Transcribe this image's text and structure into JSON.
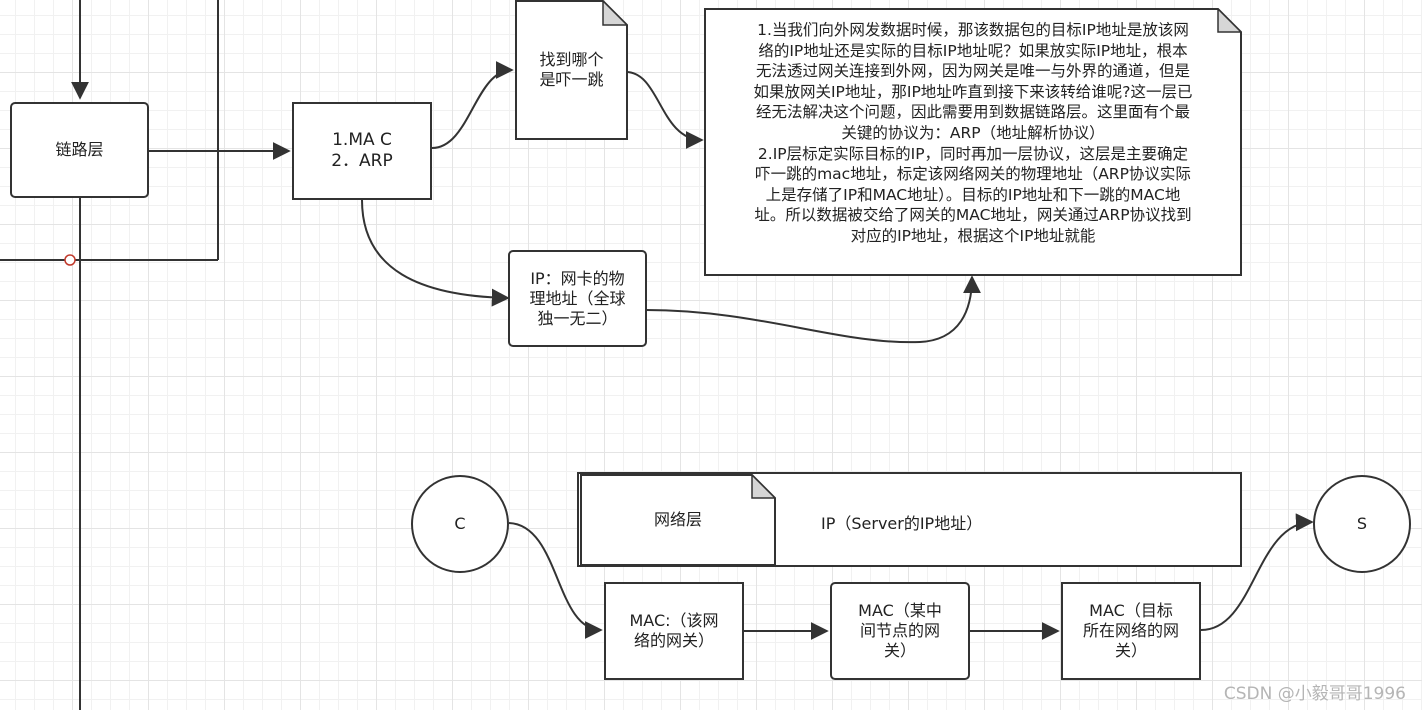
{
  "nodes": {
    "link_layer": "链路层",
    "mac_arp": [
      "1.MA C",
      "2．ARP"
    ],
    "next_hop_doc": [
      "找到哪个",
      "是吓一跳"
    ],
    "explain_note": [
      "1.当我们向外网发数据时候，那该数据包的目标IP地址是放该网",
      "络的IP地址还是实际的目标IP地址呢？如果放实际IP地址，根本",
      "无法透过网关连接到外网，因为网关是唯一与外界的通道，但是",
      "如果放网关IP地址，那IP地址咋直到接下来该转给谁呢?这一层已",
      "经无法解决这个问题，因此需要用到数据链路层。这里面有个最",
      "关键的协议为：ARP（地址解析协议）",
      "2.IP层标定实际目标的IP，同时再加一层协议，这层是主要确定",
      "吓一跳的mac地址，标定该网络网关的物理地址（ARP协议实际",
      "上是存储了IP和MAC地址）。目标的IP地址和下一跳的MAC地",
      "址。所以数据被交给了网关的MAC地址，网关通过ARP协议找到",
      "对应的IP地址，根据这个IP地址就能"
    ],
    "ip_physical": [
      "IP：网卡的物",
      "理地址（全球",
      "独一无二）"
    ],
    "client": "C",
    "server": "S",
    "network_layer": "网络层",
    "network_ip": "IP（Server的IP地址）",
    "mac_gateway": [
      "MAC:（该网",
      "络的网关）"
    ],
    "mac_intermediate": [
      "MAC（某中",
      "间节点的网",
      "关）"
    ],
    "mac_target": [
      "MAC（目标",
      "所在网络的网",
      "关）"
    ]
  },
  "watermark": "CSDN @小毅哥哥1996",
  "colors": {
    "stroke": "#333333",
    "fold": "#d6d6d6",
    "grid": "#e4e4e4",
    "port": "#c0392b"
  }
}
